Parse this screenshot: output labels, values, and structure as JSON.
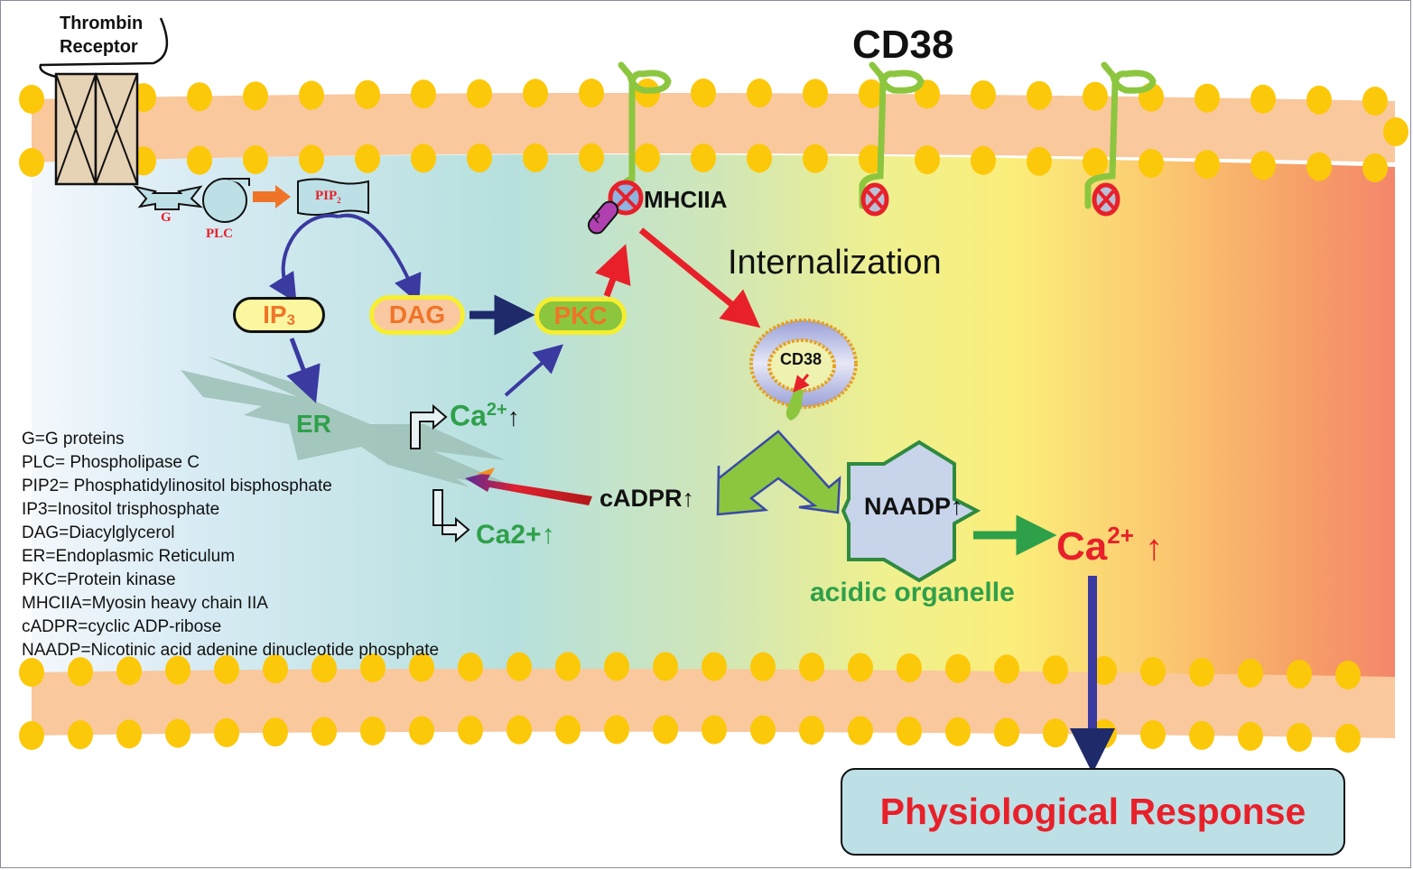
{
  "title": "CD38",
  "receptor": {
    "label_line1": "Thrombin",
    "label_line2": "Receptor"
  },
  "membrane_proteins": {
    "g": "G",
    "plc": "PLC",
    "pip2": "PIP",
    "pip2_sub": "2"
  },
  "nodes": {
    "ip3": "IP",
    "ip3_sub": "3",
    "dag": "DAG",
    "pkc": "PKC",
    "er": "ER",
    "mhciia": "MHCIIA",
    "phospho": "P",
    "internalization": "Internalization",
    "vesicle_cd38": "CD38",
    "cadpr": "cADPR",
    "naadp": "NAADP",
    "acidic_organelle": "acidic organelle",
    "ca_er_top": "Ca",
    "ca_er_top_sup": "2+",
    "ca_er_bottom": "Ca2+",
    "ca_lyso": "Ca",
    "ca_lyso_sup": "2+",
    "up_arrow": "↑"
  },
  "response": "Physiological Response",
  "legend": [
    "G=G proteins",
    "PLC= Phospholipase C",
    "PIP2= Phosphatidylinositol bisphosphate",
    "IP3=Inositol trisphosphate",
    "DAG=Diacylglycerol",
    "ER=Endoplasmic Reticulum",
    "PKC=Protein kinase",
    "MHCIIA=Myosin heavy chain IIA",
    "cADPR=cyclic ADP-ribose",
    "NAADP=Nicotinic acid adenine dinucleotide phosphate"
  ],
  "colors": {
    "membrane": "#f9c89c",
    "lipid_head": "#fcc80a",
    "cd38_green": "#8cc63f",
    "text_green": "#2fa04a",
    "text_red": "#e8202a",
    "pathway_blue": "#3a3aa0",
    "accent_orange": "#f07428"
  }
}
